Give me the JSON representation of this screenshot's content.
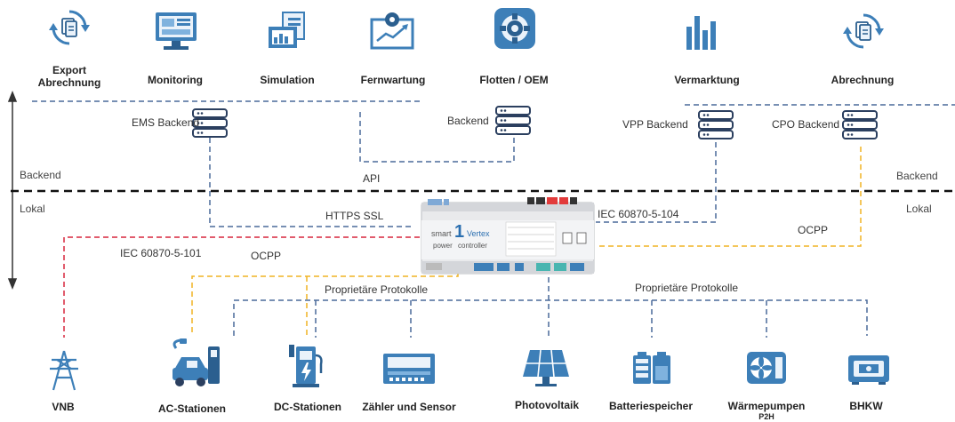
{
  "top_labels": {
    "export": "Export\nAbrechnung",
    "monitoring": "Monitoring",
    "simulation": "Simulation",
    "fernwartung": "Fernwartung",
    "flotten": "Flotten / OEM",
    "vermarktung": "Vermarktung",
    "abrechnung": "Abrechnung"
  },
  "servers": {
    "ems": "EMS Backend",
    "backend": "Backend",
    "vpp": "VPP Backend",
    "cpo": "CPO Backend"
  },
  "zones": {
    "backend_left": "Backend",
    "backend_right": "Backend",
    "lokal_left": "Lokal",
    "lokal_right": "Lokal"
  },
  "protocols": {
    "api": "API",
    "https": "HTTPS SSL",
    "iec104": "IEC 60870-5-104",
    "ocpp_right": "OCPP",
    "iec101": "IEC 60870-5-101",
    "ocpp_left": "OCPP",
    "prop_left": "Proprietäre Protokolle",
    "prop_right": "Proprietäre Protokolle"
  },
  "controller": {
    "brand_smart": "smart",
    "brand_num": "1",
    "brand_vertex": "Vertex",
    "brand_power": "power",
    "brand_controller": "controller"
  },
  "bottom_labels": {
    "vnb": "VNB",
    "ac": "AC-Stationen",
    "dc": "DC-Stationen",
    "zaehler": "Zähler und Sensor",
    "pv": "Photovoltaik",
    "batterie": "Batteriespeicher",
    "waerme": "Wärmepumpen\nP2H",
    "bhkw": "BHKW"
  },
  "colors": {
    "icon_blue": "#3d7fb8",
    "line_blue": "#4a6a9a",
    "line_red": "#d7263d",
    "line_yellow": "#f0b323",
    "divider": "#111111"
  }
}
